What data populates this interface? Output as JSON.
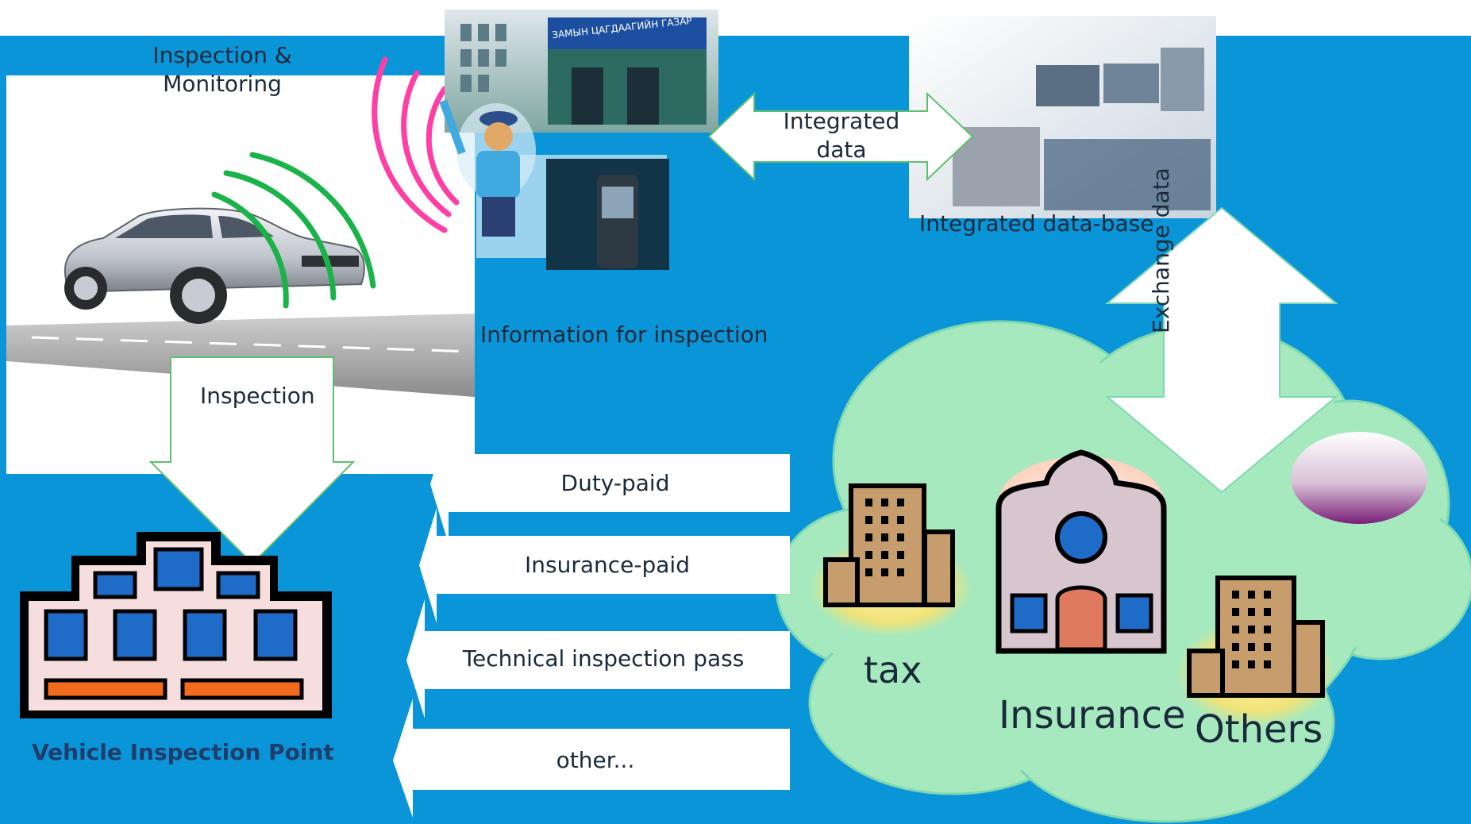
{
  "colors": {
    "background_blue": "#0a95d8",
    "cloud_green": "#a6e9bf",
    "arrow_green": "#5fbf6f",
    "signal_pink": "#ff3fa5",
    "signal_green": "#19b34a",
    "text_dark": "#1a2a3a",
    "title_navy": "#1f3d6b"
  },
  "labels": {
    "inspection_monitoring": "Inspection & Monitoring",
    "integrated_data": "Integrated data",
    "integrated_database": "Integrated data-base",
    "information_for_inspection": "Information for inspection",
    "inspection": "Inspection",
    "exchange_data": "Exchange data",
    "vehicle_inspection_point": "Vehicle Inspection Point"
  },
  "flows": [
    {
      "label": "Duty-paid"
    },
    {
      "label": "Insurance-paid"
    },
    {
      "label": "Technical inspection pass"
    },
    {
      "label": "other..."
    }
  ],
  "cloud_entities": {
    "tax": "tax",
    "insurance": "Insurance",
    "others": "Others"
  },
  "photo_signs": {
    "office_sign": "ЗАМЫН ЦАГДААГИЙН ГАЗАР"
  }
}
